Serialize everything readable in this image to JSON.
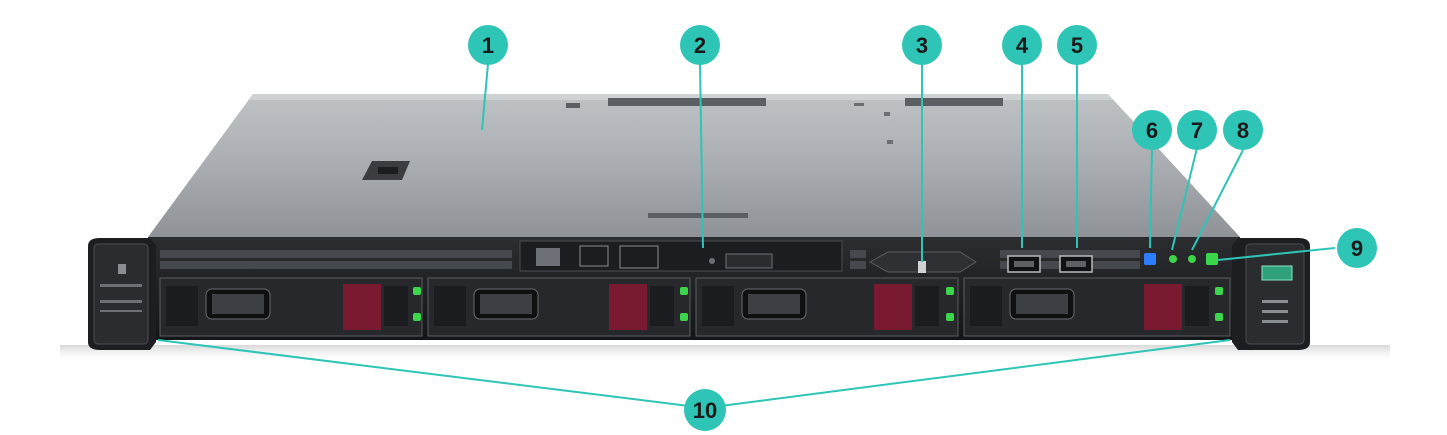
{
  "figure": {
    "callouts": [
      {
        "id": "1",
        "label": "1"
      },
      {
        "id": "2",
        "label": "2"
      },
      {
        "id": "3",
        "label": "3"
      },
      {
        "id": "4",
        "label": "4"
      },
      {
        "id": "5",
        "label": "5"
      },
      {
        "id": "6",
        "label": "6"
      },
      {
        "id": "7",
        "label": "7"
      },
      {
        "id": "8",
        "label": "8"
      },
      {
        "id": "9",
        "label": "9"
      },
      {
        "id": "10",
        "label": "10"
      }
    ],
    "callout_color": "#2ec4b6",
    "callout_text_color": "#1a1a1a",
    "led_colors": {
      "uid": "#2f7dff",
      "health": "#3bd64a",
      "power": "#3bd64a"
    },
    "drive_latch_color": "#7a1a30",
    "icons": [
      "server-chassis",
      "optical-drive-icon",
      "usb-port-icon",
      "uid-led-icon",
      "power-button-icon"
    ]
  }
}
